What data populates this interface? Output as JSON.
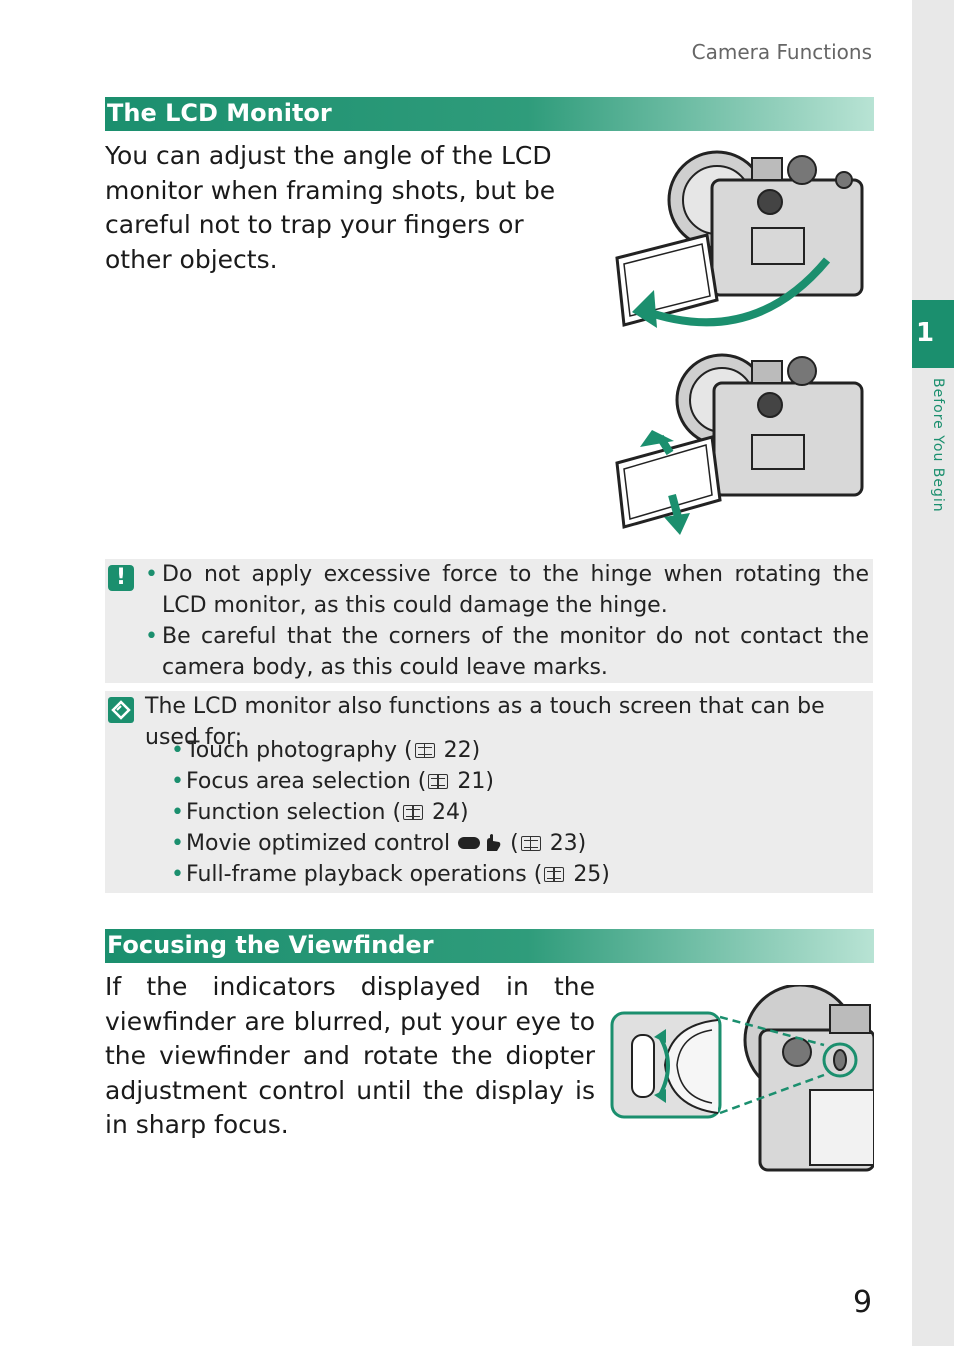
{
  "header": {
    "section": "Camera Functions"
  },
  "sidebar": {
    "chapter_number": "1",
    "chapter_title": "Before You Begin"
  },
  "page_number": "9",
  "colors": {
    "accent": "#1b8f6e",
    "note_bg": "#ececec",
    "sidebar_bg": "#e8e8e8"
  },
  "lcd_section": {
    "title": "The LCD Monitor",
    "body": "You can adjust the angle of the LCD monitor when framing shots, but be careful not to trap your fingers or other objects.",
    "caution_icon": "caution-icon",
    "cautions": [
      "Do not apply excessive force to the hinge when rotating the LCD monitor, as this could damage the hinge.",
      "Be careful that the corners of the monitor do not contact the camera body, as this could leave marks."
    ],
    "memo_icon": "memo-icon",
    "memo_intro": "The LCD monitor also functions as a touch screen that can be used for:",
    "touch_uses": [
      {
        "label": "Touch photography (",
        "page": "22)"
      },
      {
        "label": "Focus area selection (",
        "page": "21)"
      },
      {
        "label": "Function selection (",
        "page": "24)"
      },
      {
        "label": "Movie optimized control",
        "page": "23)"
      },
      {
        "label": "Full-frame playback operations (",
        "page": "25)"
      }
    ]
  },
  "viewfinder_section": {
    "title": "Focusing the Viewfinder",
    "body": "If the indicators displayed in the viewfinder are blurred, put your eye to the viewfinder and rotate the diopter adjustment control until the display is in sharp focus."
  }
}
